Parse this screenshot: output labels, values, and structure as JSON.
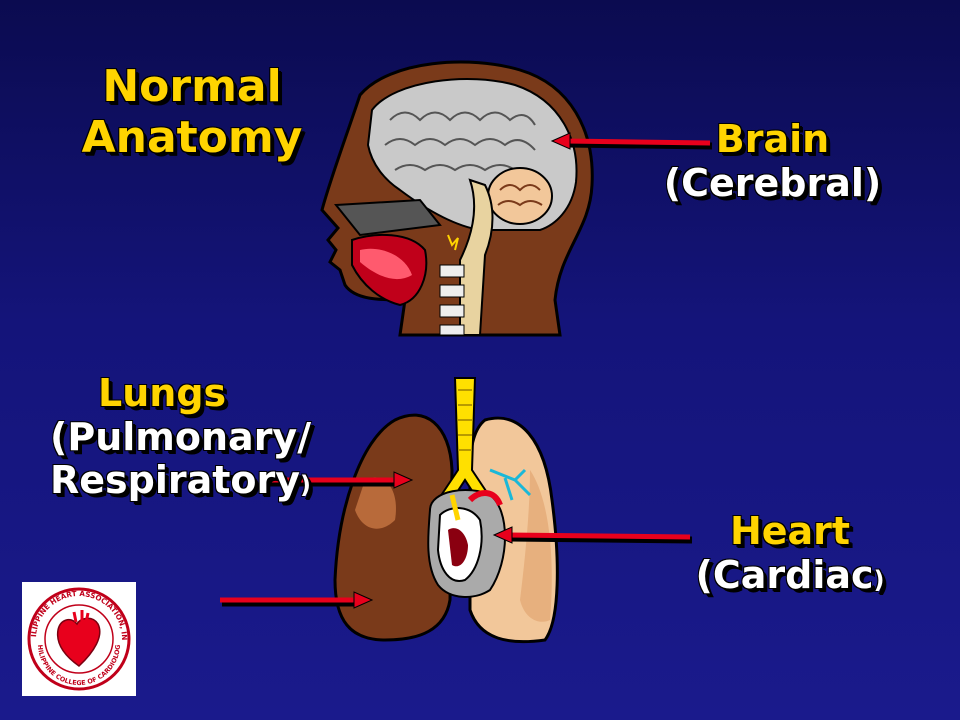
{
  "title": {
    "line1": "Normal",
    "line2": "Anatomy"
  },
  "labels": {
    "brain": {
      "line1": "Brain",
      "line2": "(Cerebral)"
    },
    "lungs": {
      "line1": "Lungs",
      "line2": "(Pulmonary/",
      "line3": "Respiratory",
      "close": ")"
    },
    "heart": {
      "line1": "Heart",
      "line2": "(Cardiac",
      "close": ")"
    }
  },
  "logo": {
    "text_top": "PHILIPPINE HEART ASSOCIATION, INC.",
    "text_bottom": "PHILIPPINE COLLEGE OF CARDIOLOGY"
  },
  "colors": {
    "label": "#ffd400",
    "label_white": "#ffffff",
    "arrow": "#e8001c",
    "background": "#14147a"
  }
}
